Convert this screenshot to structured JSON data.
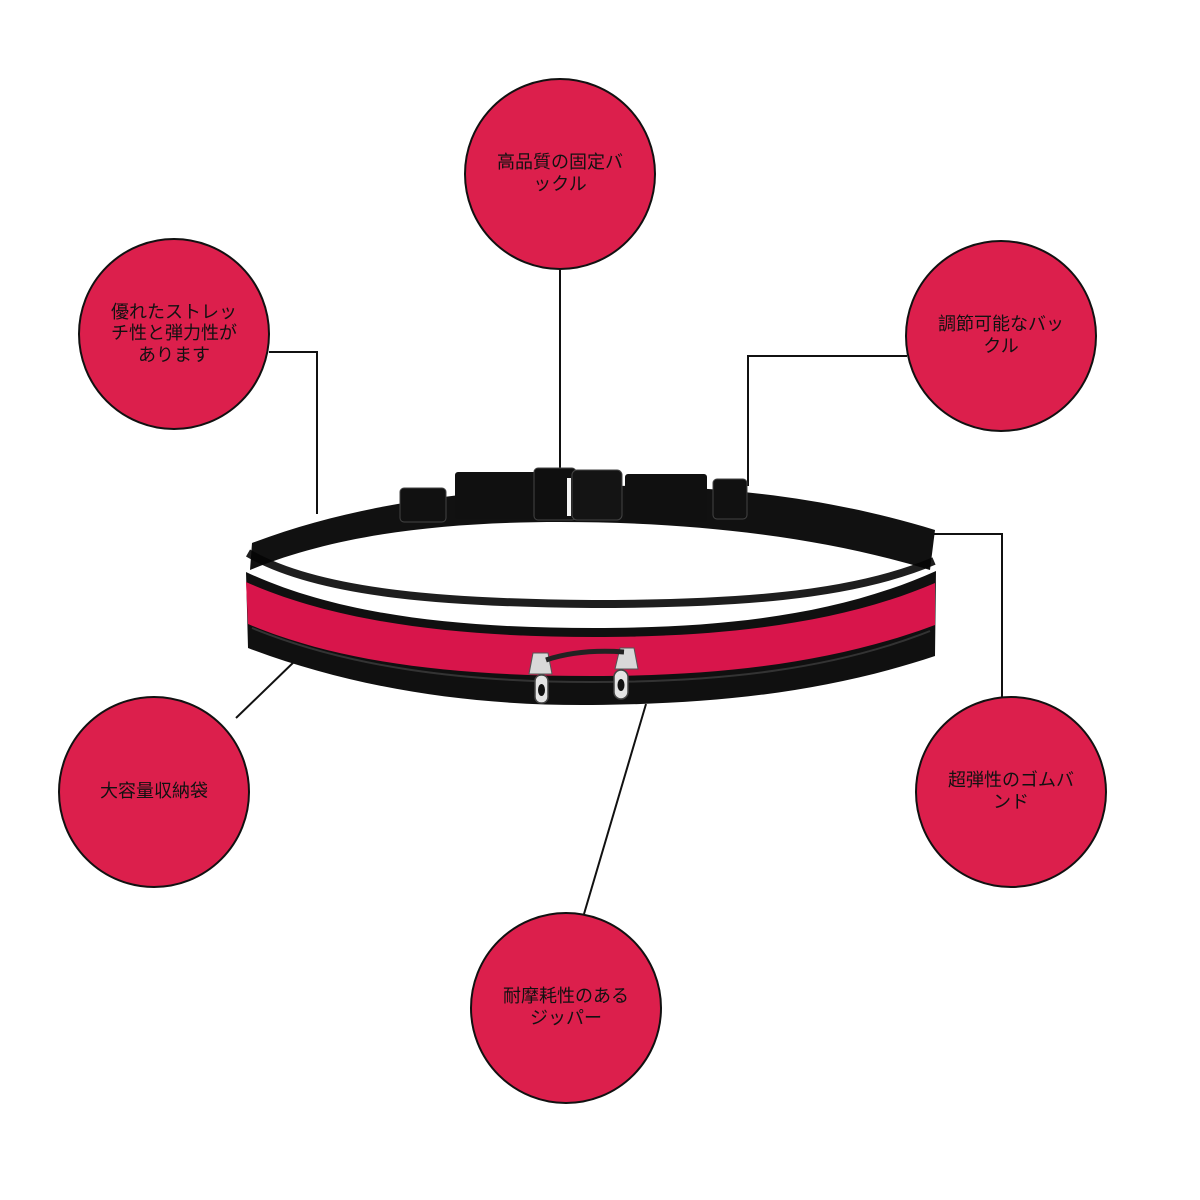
{
  "product": {
    "name": "",
    "colors": {
      "band_black": "#101010",
      "band_red": "#d8154b",
      "bubble_red": "#dc1f4c",
      "line": "#111111",
      "white": "#ffffff"
    }
  },
  "callouts": [
    {
      "label": "高品質の固定バ\nックル"
    },
    {
      "label": "優れたストレッ\nチ性と弾力性が\nあります"
    },
    {
      "label": "調節可能なバッ\nクル"
    },
    {
      "label": "大容量収納袋"
    },
    {
      "label": "超弾性のゴムバ\nンド"
    },
    {
      "label": "耐摩耗性のある\nジッパー"
    }
  ]
}
